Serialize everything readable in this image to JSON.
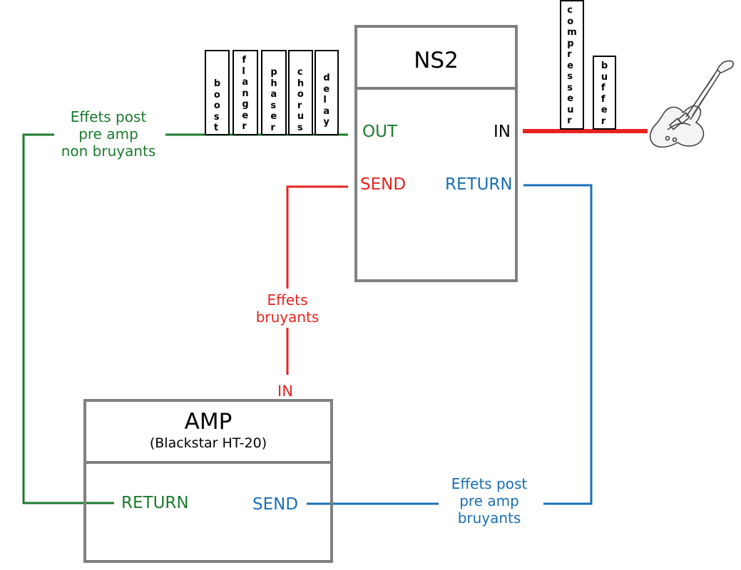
{
  "colors": {
    "green": "#1b7a2e",
    "red": "#e8231f",
    "blue": "#1a6fb5",
    "box": "#808080",
    "text": "#000000"
  },
  "ns2": {
    "title": "NS2",
    "out": "OUT",
    "in": "IN",
    "send": "SEND",
    "return": "RETURN"
  },
  "amp": {
    "title": "AMP",
    "subtitle": "(Blackstar HT-20)",
    "return": "RETURN",
    "send": "SEND",
    "in": "IN"
  },
  "labels": {
    "green_chain": [
      "Effets post",
      "pre amp",
      "non bruyants"
    ],
    "red_chain": [
      "Effets",
      "bruyants"
    ],
    "blue_chain": [
      "Effets post",
      "pre amp",
      "bruyants"
    ]
  },
  "pedals_post": [
    "boost",
    "flanger",
    "phaser",
    "chorus",
    "delay"
  ],
  "pedals_pre": [
    "compresseur",
    "buffer"
  ],
  "icons": {
    "guitar": "electric-guitar-icon"
  }
}
